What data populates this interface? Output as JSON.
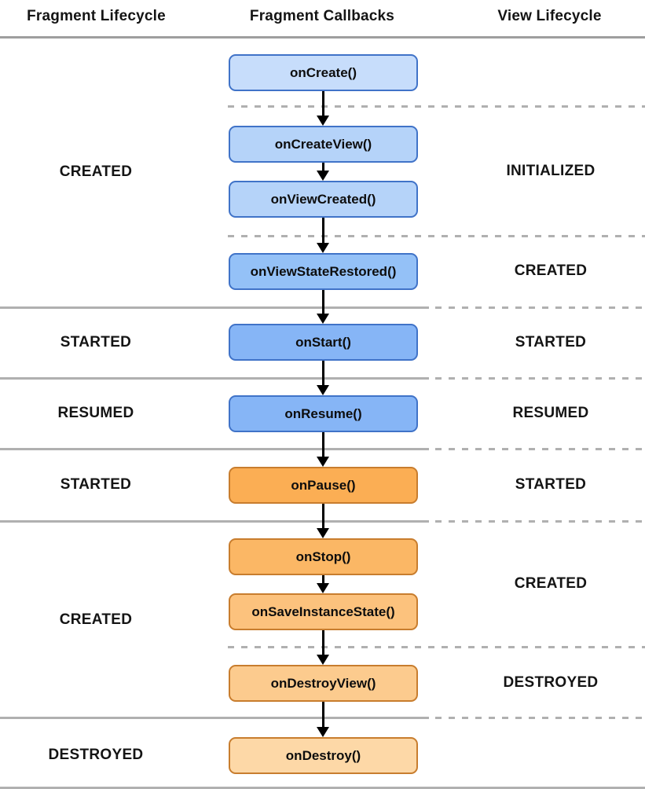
{
  "header": {
    "left": "Fragment Lifecycle",
    "center": "Fragment Callbacks",
    "right": "View Lifecycle"
  },
  "callbacks": [
    {
      "label": "onCreate()",
      "fill": "#c7ddfb",
      "border": "#4073c8"
    },
    {
      "label": "onCreateView()",
      "fill": "#b5d3f9",
      "border": "#4073c8"
    },
    {
      "label": "onViewCreated()",
      "fill": "#b5d3f9",
      "border": "#4073c8"
    },
    {
      "label": "onViewStateRestored()",
      "fill": "#94c1f7",
      "border": "#4073c8"
    },
    {
      "label": "onStart()",
      "fill": "#86b5f6",
      "border": "#4073c8"
    },
    {
      "label": "onResume()",
      "fill": "#86b5f6",
      "border": "#4073c8"
    },
    {
      "label": "onPause()",
      "fill": "#fbae54",
      "border": "#c87d2e"
    },
    {
      "label": "onStop()",
      "fill": "#fbb765",
      "border": "#c87d2e"
    },
    {
      "label": "onSaveInstanceState()",
      "fill": "#fcc27d",
      "border": "#c87d2e"
    },
    {
      "label": "onDestroyView()",
      "fill": "#fccb8e",
      "border": "#c87d2e"
    },
    {
      "label": "onDestroy()",
      "fill": "#fdd8a7",
      "border": "#c87d2e"
    }
  ],
  "fragment_lifecycle_states": [
    {
      "label": "CREATED"
    },
    {
      "label": "STARTED"
    },
    {
      "label": "RESUMED"
    },
    {
      "label": "STARTED"
    },
    {
      "label": "CREATED"
    },
    {
      "label": "DESTROYED"
    }
  ],
  "view_lifecycle_states": [
    {
      "label": "INITIALIZED"
    },
    {
      "label": "CREATED"
    },
    {
      "label": "STARTED"
    },
    {
      "label": "RESUMED"
    },
    {
      "label": "STARTED"
    },
    {
      "label": "CREATED"
    },
    {
      "label": "DESTROYED"
    }
  ],
  "colors": {
    "divider_gray": "#b0b0b0",
    "header_divider_gray": "#9e9e9e",
    "arrow_black": "#000000",
    "text_black": "#141414",
    "background": "#ffffff"
  }
}
